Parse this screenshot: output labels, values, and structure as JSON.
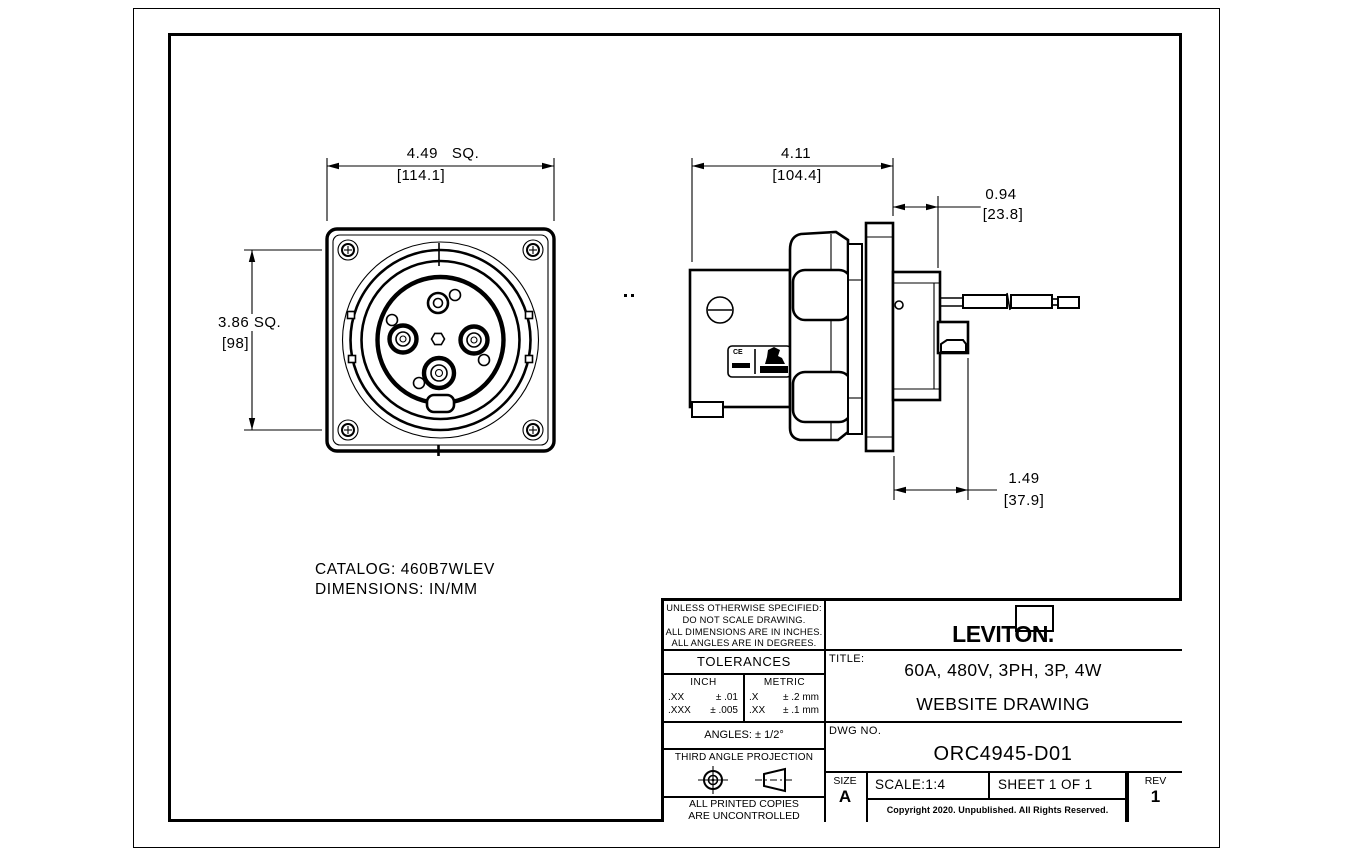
{
  "colors": {
    "line": "#000000",
    "background": "#ffffff"
  },
  "catalog": {
    "line1": "CATALOG: 460B7WLEV",
    "line2": "DIMENSIONS: IN/MM"
  },
  "views": {
    "front": {
      "dim_width_in": "4.49   SQ.",
      "dim_width_mm": "[114.1]",
      "dim_height_in": "3.86 SQ.",
      "dim_height_mm": "[98]"
    },
    "side": {
      "dim_depth_in": "4.11",
      "dim_depth_mm": "[104.4]",
      "dim_front_in": "0.94",
      "dim_front_mm": "[23.8]",
      "dim_shroud_in": "1.49",
      "dim_shroud_mm": "[37.9]",
      "ce_mark": "CE"
    }
  },
  "title_block": {
    "notes": [
      "UNLESS OTHERWISE SPECIFIED:",
      "DO NOT SCALE DRAWING.",
      "ALL DIMENSIONS ARE IN INCHES.",
      "ALL ANGLES ARE IN DEGREES."
    ],
    "tolerances_header": "TOLERANCES",
    "inch": {
      "header": "INCH",
      "rows": [
        {
          "sym": ".XX",
          "tol": "± .01"
        },
        {
          "sym": ".XXX",
          "tol": "± .005"
        }
      ]
    },
    "metric": {
      "header": "METRIC",
      "rows": [
        {
          "sym": ".X",
          "tol": "± .2 mm"
        },
        {
          "sym": ".XX",
          "tol": "± .1 mm"
        }
      ]
    },
    "angles": "ANGLES: ± 1/2°",
    "projection": "THIRD ANGLE PROJECTION",
    "printed_copies_line1": "ALL PRINTED COPIES",
    "printed_copies_line2": "ARE UNCONTROLLED",
    "brand": "LEVITON.",
    "title_label": "TITLE:",
    "title_line1": "60A, 480V, 3PH, 3P, 4W",
    "title_line2": "WEBSITE DRAWING",
    "dwg_label": "DWG NO.",
    "dwg_no": "ORC4945-D01",
    "size_label": "SIZE",
    "size_value": "A",
    "scale": "SCALE:1:4",
    "sheet": "SHEET 1 OF 1",
    "rev_label": "REV",
    "rev_value": "1",
    "copyright": "Copyright 2020. Unpublished. All Rights Reserved."
  }
}
